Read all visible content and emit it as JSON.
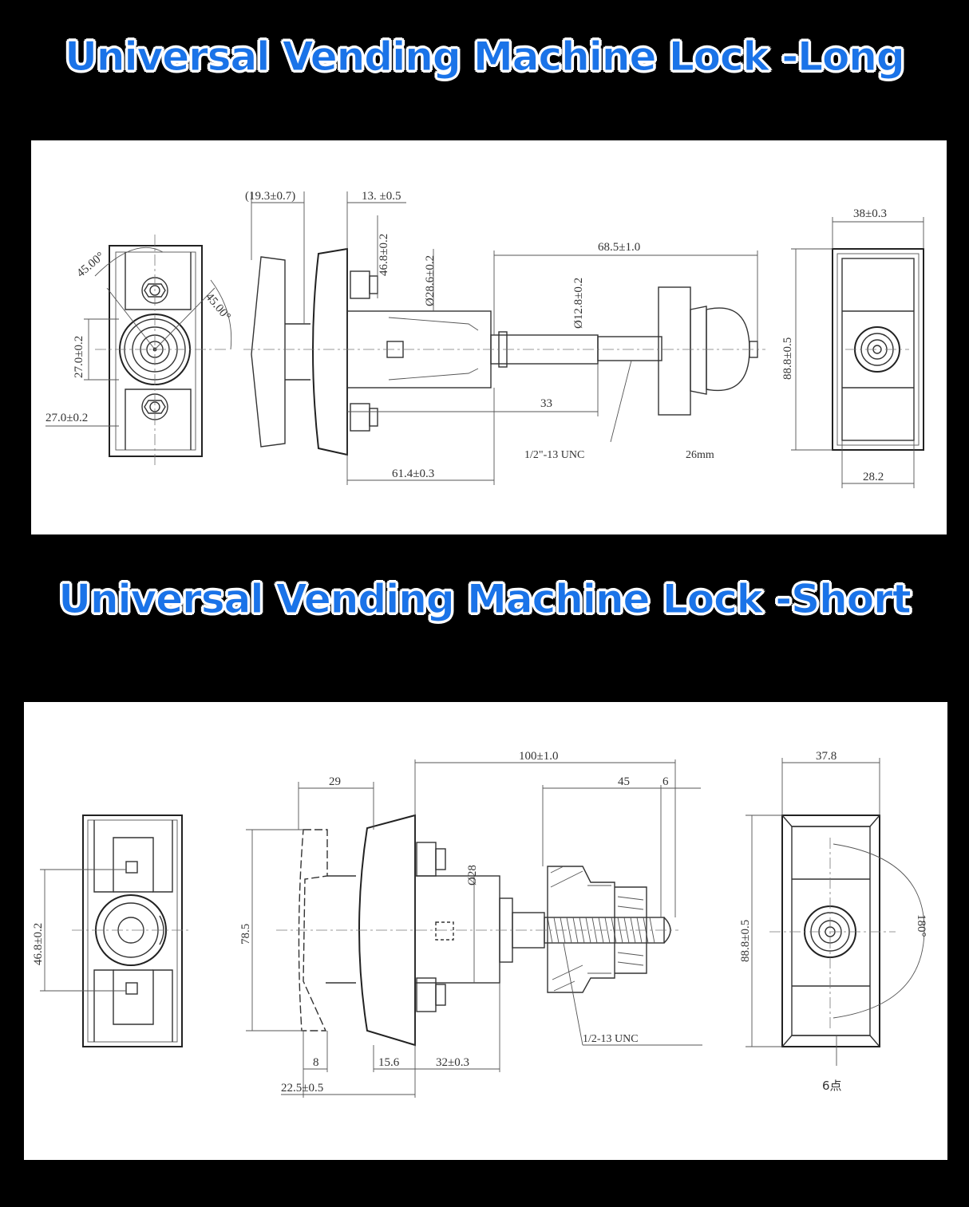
{
  "colors": {
    "background": "#000000",
    "panel": "#ffffff",
    "title": "#1a73e8",
    "title_outline": "#ffffff"
  },
  "titles": {
    "long": "Universal Vending Machine Lock -Long",
    "short": "Universal Vending Machine Lock -Short"
  },
  "long": {
    "dims": {
      "angle_a": "45.00°",
      "angle_b": "45.00°",
      "d_27v": "27.0±0.2",
      "d_27h": "27.0±0.2",
      "d_19": "(19.3±0.7)",
      "d_13": "13. ±0.5",
      "d_46": "46.8±0.2",
      "d_28": "Ø28.6±0.2",
      "d_12": "Ø12.8±0.2",
      "d_68": "68.5±1.0",
      "d_33": "33",
      "d_61": "61.4±0.3",
      "unc": "1/2\"-13 UNC",
      "d_26": "26mm",
      "d_38": "38±0.3",
      "d_88": "88.8±0.5",
      "d_28b": "28.2"
    }
  },
  "short": {
    "dims": {
      "d_46": "46.8±0.2",
      "d_29": "29",
      "d_78": "78.5",
      "d_100": "100±1.0",
      "d_45": "45",
      "d_6": "6",
      "d_28": "Ø28",
      "d_8": "8",
      "d_22": "22.5±0.5",
      "d_15": "15.6",
      "d_32": "32±0.3",
      "unc": "1/2-13 UNC",
      "d_37": "37.8",
      "d_88": "88.8±0.5",
      "angle": "180°",
      "note": "6点"
    }
  }
}
